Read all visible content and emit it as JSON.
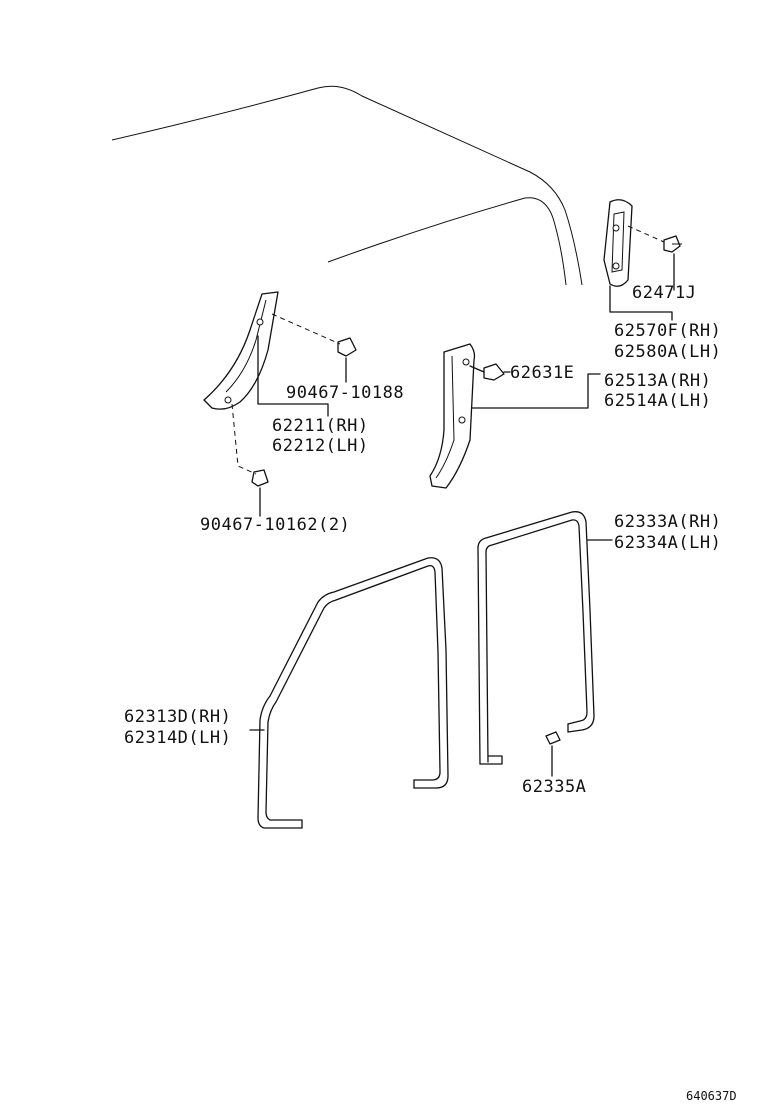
{
  "diagram_id": "640637D",
  "parts": {
    "upper_garnish_clip": "62471J",
    "upper_garnish_rh": "62570F(RH)",
    "upper_garnish_lh": "62580A(LH)",
    "a_pillar_clip": "90467-10188",
    "a_pillar_rh": "62211(RH)",
    "a_pillar_lh": "62212(LH)",
    "a_pillar_lower_clip": "90467-10162(2)",
    "b_pillar_clip": "62631E",
    "b_pillar_rh": "62513A(RH)",
    "b_pillar_lh": "62514A(LH)",
    "rear_weatherstrip_rh": "62333A(RH)",
    "rear_weatherstrip_lh": "62334A(LH)",
    "front_weatherstrip_rh": "62313D(RH)",
    "front_weatherstrip_lh": "62314D(LH)",
    "weatherstrip_plug": "62335A"
  }
}
